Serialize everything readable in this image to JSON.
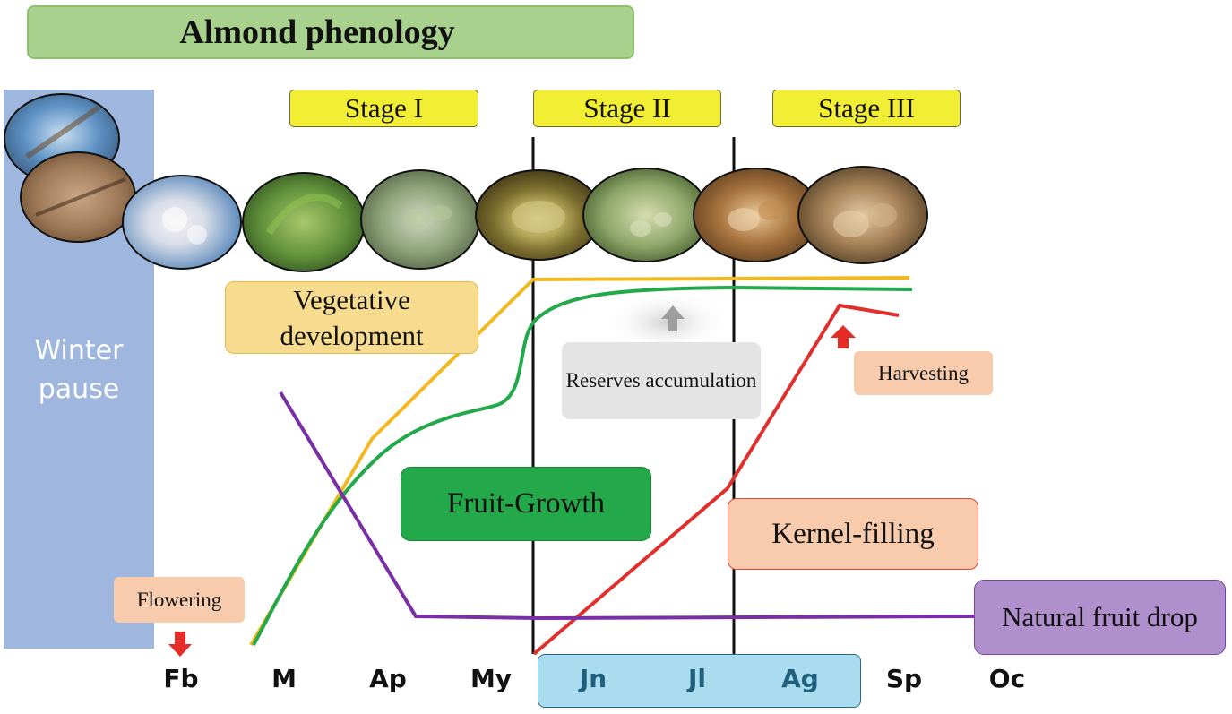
{
  "title": "Almond phenology",
  "winter_label": "Winter pause",
  "stages": [
    "Stage I",
    "Stage II",
    "Stage III"
  ],
  "labels": {
    "vegetative": "Vegetative development",
    "reserves": "Reserves accumulation",
    "harvesting": "Harvesting",
    "flowering": "Flowering",
    "fruit_growth": "Fruit-Growth",
    "kernel_filling": "Kernel-filling",
    "natural_drop": "Natural fruit drop"
  },
  "months": [
    "Fb",
    "M",
    "Ap",
    "My",
    "Jn",
    "Jl",
    "Ag",
    "Sp",
    "Oc"
  ],
  "colors": {
    "vegetative_curve": "#f2b81f",
    "fruit_growth_curve": "#23a84a",
    "kernel_curve": "#e0302d",
    "drop_curve": "#7a2fa6",
    "arrow_red": "#e52d27",
    "arrow_gray": "#9e9e9e"
  }
}
